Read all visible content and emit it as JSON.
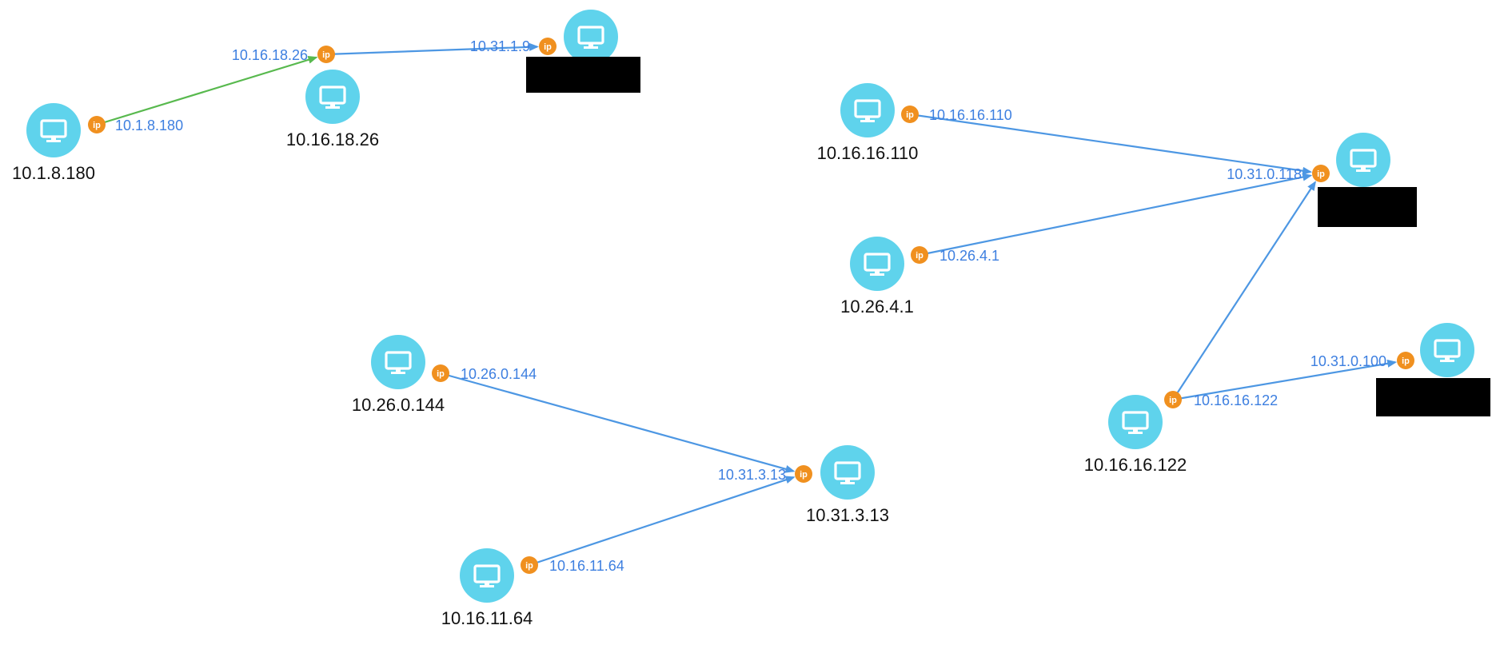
{
  "colors": {
    "node_fill": "#5fd3ec",
    "node_icon": "#ffffff",
    "ip_badge": "#f0901f",
    "edge_blue": "#4d97e3",
    "edge_green": "#58b94e",
    "edge_label": "#3d7fe0",
    "node_label": "#111111",
    "redaction": "#000000"
  },
  "icons": {
    "node": "monitor-icon",
    "port": "ip-badge-icon"
  },
  "ip_badge_text": "ip",
  "nodes": [
    {
      "id": "n1",
      "label": "10.1.8.180"
    },
    {
      "id": "n2",
      "label": "10.16.18.26"
    },
    {
      "id": "n3",
      "label": ""
    },
    {
      "id": "n4",
      "label": "10.16.16.110"
    },
    {
      "id": "n5",
      "label": ""
    },
    {
      "id": "n6",
      "label": "10.26.4.1"
    },
    {
      "id": "n7",
      "label": ""
    },
    {
      "id": "n8",
      "label": "10.16.16.122"
    },
    {
      "id": "n9",
      "label": "10.26.0.144"
    },
    {
      "id": "n10",
      "label": "10.31.3.13"
    },
    {
      "id": "n11",
      "label": "10.16.11.64"
    }
  ],
  "edges": [
    {
      "from": "n1",
      "to": "n2",
      "source_ip": "10.1.8.180",
      "target_ip": "10.16.18.26",
      "color": "green"
    },
    {
      "from": "n2",
      "to": "n3",
      "source_ip": "",
      "target_ip": "10.31.1.9",
      "color": "blue"
    },
    {
      "from": "n4",
      "to": "n5",
      "source_ip": "10.16.16.110",
      "target_ip": "10.31.0.118",
      "color": "blue"
    },
    {
      "from": "n6",
      "to": "n5",
      "source_ip": "10.26.4.1",
      "target_ip": "",
      "color": "blue"
    },
    {
      "from": "n8",
      "to": "n5",
      "source_ip": "",
      "target_ip": "",
      "color": "blue"
    },
    {
      "from": "n8",
      "to": "n7",
      "source_ip": "10.16.16.122",
      "target_ip": "10.31.0.100",
      "color": "blue"
    },
    {
      "from": "n9",
      "to": "n10",
      "source_ip": "10.26.0.144",
      "target_ip": "10.31.3.13",
      "color": "blue"
    },
    {
      "from": "n11",
      "to": "n10",
      "source_ip": "10.16.11.64",
      "target_ip": "",
      "color": "blue"
    }
  ],
  "redactions": [
    {
      "target": "n3"
    },
    {
      "target": "n5"
    },
    {
      "target": "n7"
    }
  ]
}
